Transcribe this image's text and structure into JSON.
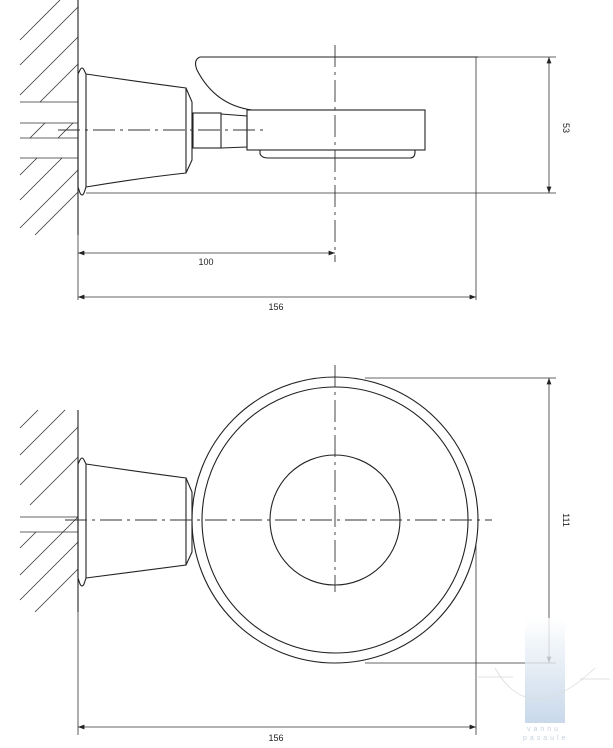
{
  "side_view": {
    "dimensions": {
      "height": "53",
      "wall_to_center": "100",
      "overall_length": "156"
    }
  },
  "top_view": {
    "dimensions": {
      "diameter": "111",
      "overall_length": "156"
    }
  },
  "watermark": {
    "line1": "vannu",
    "line2": "pasaule"
  },
  "colors": {
    "line": "#222222",
    "watermark": "#c9d8e8"
  }
}
